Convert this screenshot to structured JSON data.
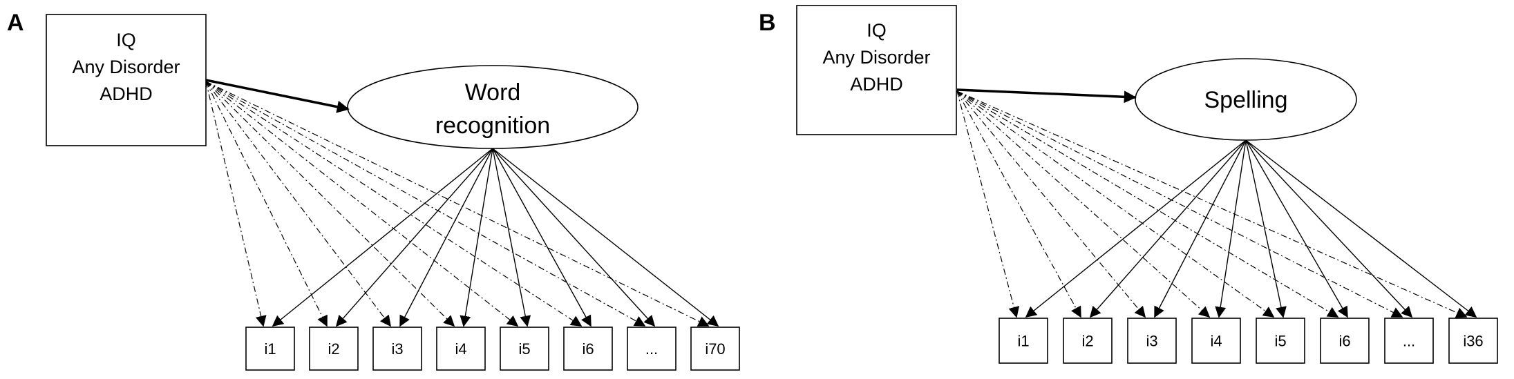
{
  "panels": [
    {
      "id": "A",
      "label": "A",
      "covariates": [
        "IQ",
        "Any Disorder",
        "ADHD"
      ],
      "latent": [
        "Word",
        "recognition"
      ],
      "items": [
        "i1",
        "i2",
        "i3",
        "i4",
        "i5",
        "i6",
        "...",
        "i70"
      ]
    },
    {
      "id": "B",
      "label": "B",
      "covariates": [
        "IQ",
        "Any Disorder",
        "ADHD"
      ],
      "latent": [
        "Spelling"
      ],
      "items": [
        "i1",
        "i2",
        "i3",
        "i4",
        "i5",
        "i6",
        "...",
        "i36"
      ]
    }
  ]
}
